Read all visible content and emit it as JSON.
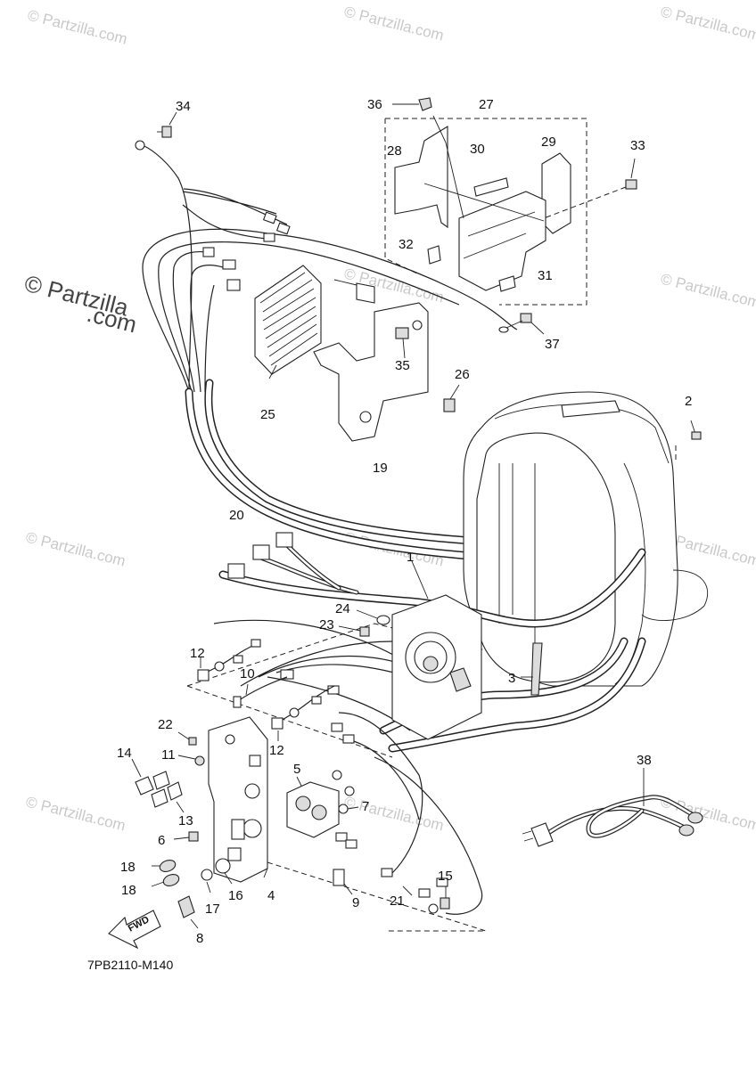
{
  "watermark": {
    "text": "© Partzilla.com",
    "large_line1": "© Partzilla",
    "large_line2": ".com"
  },
  "diagram_code": "7PB2110-M140",
  "direction_arrow": "FWD",
  "callouts": [
    "1",
    "2",
    "3",
    "4",
    "5",
    "6",
    "7",
    "8",
    "9",
    "10",
    "11",
    "12",
    "12",
    "13",
    "14",
    "15",
    "16",
    "17",
    "18",
    "18",
    "19",
    "20",
    "21",
    "22",
    "23",
    "24",
    "25",
    "26",
    "27",
    "28",
    "29",
    "30",
    "31",
    "32",
    "33",
    "34",
    "35",
    "36",
    "37",
    "38"
  ]
}
